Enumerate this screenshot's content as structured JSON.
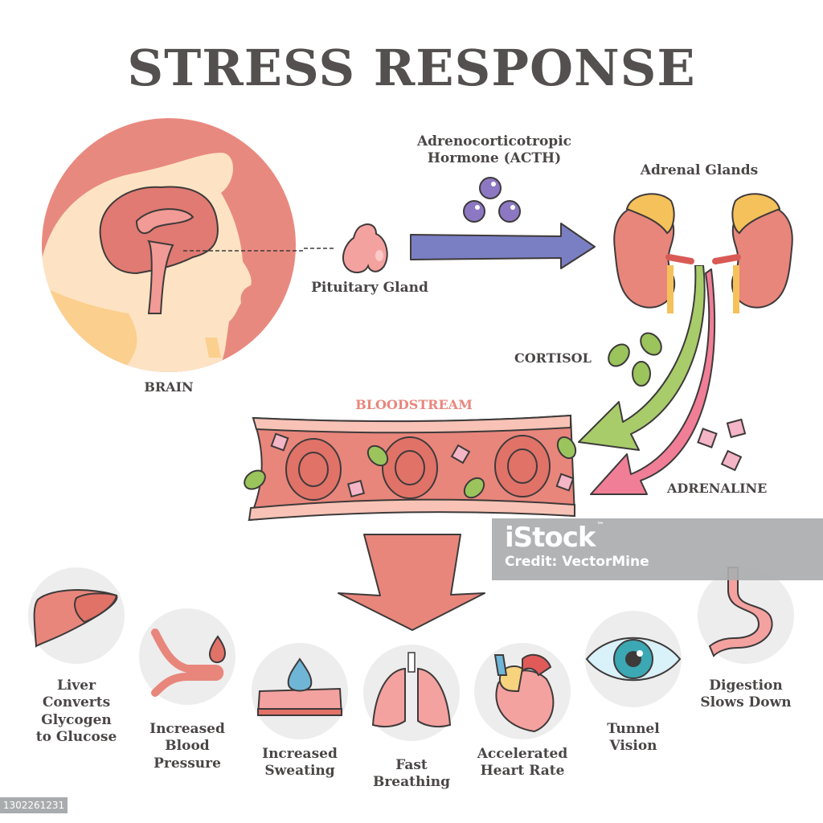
{
  "title": "STRESS RESPONSE",
  "nodes": {
    "brain": "BRAIN",
    "pituitary": "Pituitary Gland",
    "acth_line1": "Adrenocorticotropic",
    "acth_line2": "Hormone (ACTH)",
    "adrenal": "Adrenal Glands",
    "cortisol": "CORTISOL",
    "bloodstream": "BLOODSTREAM",
    "adrenaline": "ADRENALINE"
  },
  "effects": [
    {
      "lines": [
        "Liver",
        "Converts",
        "Glycogen",
        "to Glucose"
      ],
      "icon": "liver-icon"
    },
    {
      "lines": [
        "Increased",
        "Blood",
        "Pressure"
      ],
      "icon": "blood-vessel-icon"
    },
    {
      "lines": [
        "Increased",
        "Sweating"
      ],
      "icon": "sweat-drop-icon"
    },
    {
      "lines": [
        "Fast",
        "Breathing"
      ],
      "icon": "lungs-icon"
    },
    {
      "lines": [
        "Accelerated",
        "Heart Rate"
      ],
      "icon": "heart-icon"
    },
    {
      "lines": [
        "Tunnel",
        "Vision"
      ],
      "icon": "eye-icon"
    },
    {
      "lines": [
        "Digestion",
        "Slows Down"
      ],
      "icon": "stomach-icon"
    }
  ],
  "watermark": {
    "brand": "iStock",
    "tm": "™",
    "credit": "Credit: VectorMine"
  },
  "image_id": "1302261231",
  "colors": {
    "title": "#555050",
    "salmon": "#e8867c",
    "acth_arrow": "#7a7fc4",
    "cortisol_arrow": "#a8cc6a",
    "adrenaline_arrow": "#f07e96",
    "adrenal_gland": "#f5c15a",
    "icon_bg": "#ededed"
  }
}
